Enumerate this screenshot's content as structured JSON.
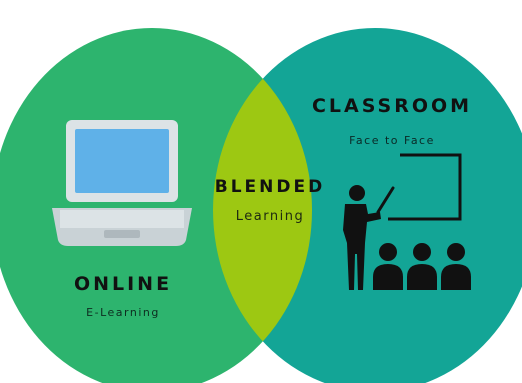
{
  "diagram": {
    "left": {
      "title": "ONLINE",
      "subtitle": "E-Learning",
      "color": "#2DB46E",
      "icon": "laptop-icon"
    },
    "right": {
      "title": "CLASSROOM",
      "subtitle": "Face to Face",
      "color": "#13A596",
      "icon": "teacher-classroom-icon"
    },
    "center": {
      "title": "BLENDED",
      "subtitle": "Learning",
      "color": "#9DC812"
    }
  }
}
